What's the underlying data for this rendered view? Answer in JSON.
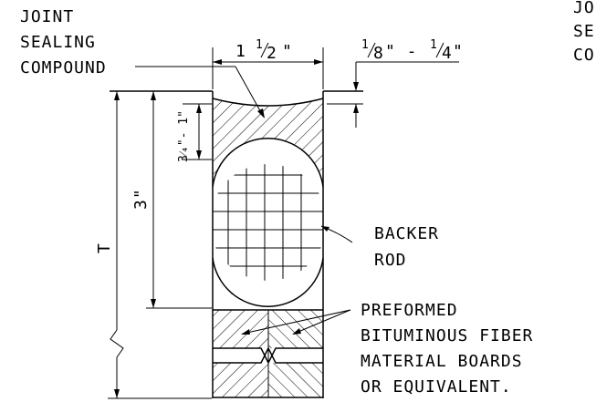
{
  "labels": {
    "compound_line1": "JOINT",
    "compound_line2": "SEALING",
    "compound_line3": "COMPOUND",
    "width_dim_whole": "1",
    "width_dim_num": "1",
    "width_dim_den": "2",
    "width_dim_unit": "\"",
    "recess_a_num": "1",
    "recess_a_den": "8",
    "recess_a_unit": "\" - ",
    "recess_b_num": "1",
    "recess_b_den": "4",
    "recess_b_unit": "\"",
    "depth_dim": "3⁄₄\"- 1\"",
    "three_in": "3\"",
    "t_dim": "T",
    "backer_line1": "BACKER",
    "backer_line2": "ROD",
    "preformed_line1": "PREFORMED",
    "preformed_line2": "BITUMINOUS FIBER",
    "preformed_line3": "MATERIAL BOARDS",
    "preformed_line4": "OR EQUIVALENT.",
    "clip_line1": "JO",
    "clip_line2": "SE",
    "clip_line3": "CO"
  }
}
